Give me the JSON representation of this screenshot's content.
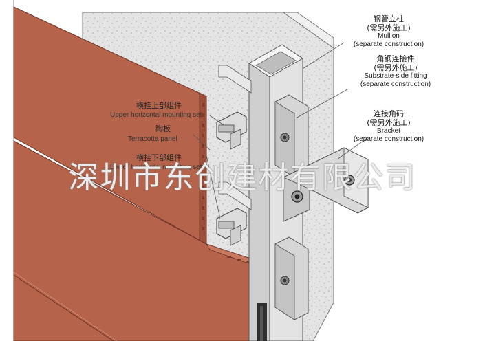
{
  "labels": {
    "mullion": {
      "cn": "钢管立柱",
      "cn_sub": "(需另外施工)",
      "en": "Mullion",
      "en_sub": "(separate construction)"
    },
    "fitting": {
      "cn": "角钢连接件",
      "cn_sub": "(需另外施工)",
      "en": "Substrate-side fitting",
      "en_sub": "(separate construction)"
    },
    "bracket": {
      "cn": "连接角码",
      "cn_sub": "(需另外施工)",
      "en": "Bracket",
      "en_sub": "(separate construction)"
    },
    "upper": {
      "cn": "横挂上部组件",
      "en": "Upper horizontal mounting set"
    },
    "panel": {
      "cn": "陶板",
      "en": "Terracotta panel"
    },
    "lower": {
      "cn": "横挂下部组件",
      "en": "Lower horizontal mounting set"
    }
  },
  "watermark": "深圳市东创建材有限公司",
  "colors": {
    "panel": "#b5634a",
    "wall": "#e6e6e6",
    "metal": "#d9d9d9",
    "leader": "#555555"
  }
}
